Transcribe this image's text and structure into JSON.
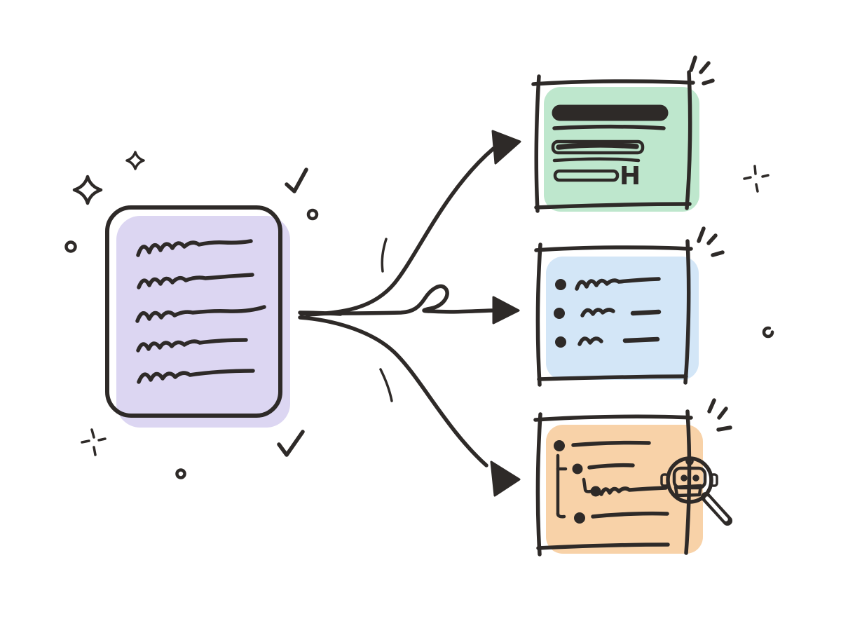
{
  "colors": {
    "background": "#ffffff",
    "ink": "#2e2a28",
    "document_card": "#dcd6f2",
    "heading_card": "#bee7cd",
    "list_card": "#d3e6f7",
    "ai_card": "#f8d2a8",
    "lens_fill": "#ffffff"
  },
  "document": {
    "name": "source-document",
    "handwritten_line_count": 5
  },
  "cards": {
    "heading": {
      "name": "heading-structure-card",
      "marker": "H",
      "filled_bar_count": 2,
      "outlined_bar_count": 1
    },
    "list": {
      "name": "bullet-list-card",
      "bullet_count": 3
    },
    "ai": {
      "name": "ai-analysis-card",
      "tree_item_count": 4,
      "icon": "robot-magnifier-icon"
    }
  },
  "arrows": {
    "count": 3
  },
  "decorations": [
    "sparkle-star-icon",
    "plus-burst-icon",
    "circle-doodle",
    "checkmark-icon",
    "ray-burst-icon"
  ]
}
